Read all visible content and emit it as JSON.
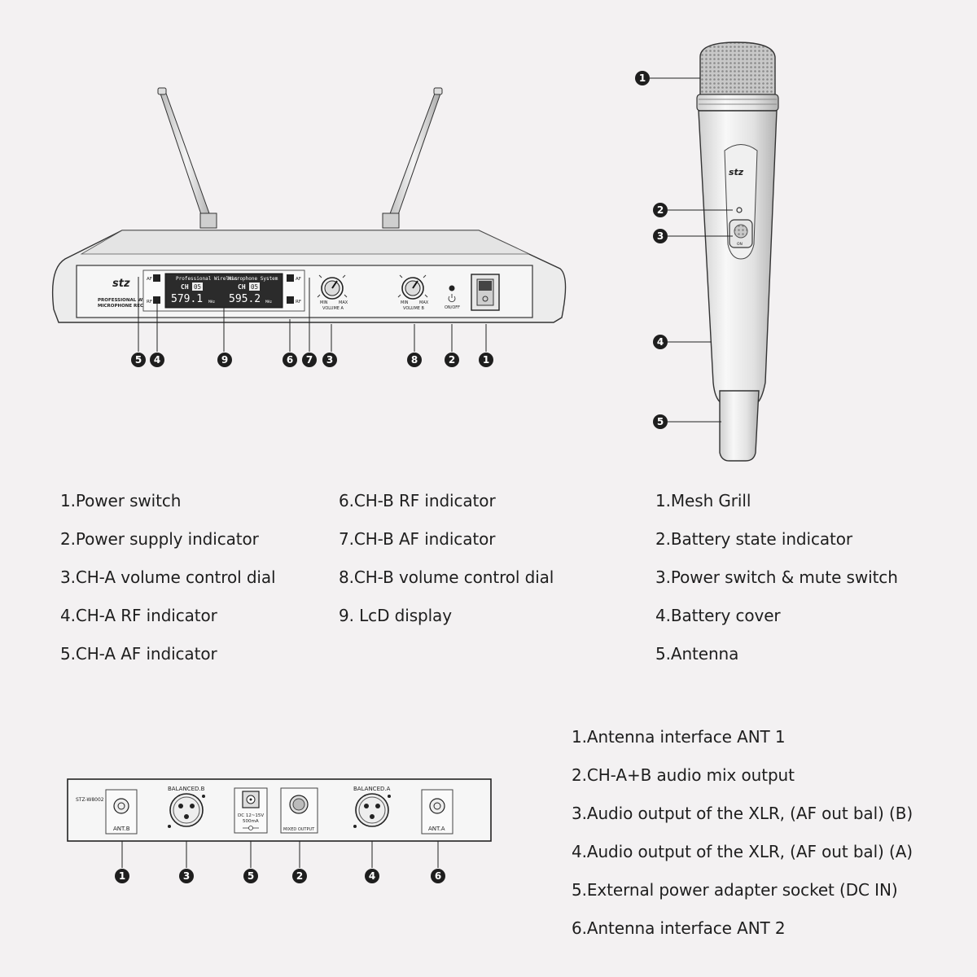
{
  "receiver": {
    "brand": "stz",
    "model_text": "PROFESSIONAL WIRELESS\nMICROPHONE RECEIVER",
    "lcd_header_left": "Professional Wireless",
    "lcd_header_right": "Microphone System",
    "ch_label": "CH",
    "ch_a_number": "05",
    "ch_b_number": "05",
    "freq_a": "579.1",
    "freq_b": "595.2",
    "freq_unit": "MHz",
    "af_label": "AF",
    "rf_label": "RF",
    "min_label": "MIN",
    "max_label": "MAX",
    "volume_a_label": "VOLUME A",
    "volume_b_label": "VOLUME B",
    "onoff_label": "ON/OFF",
    "callouts": [
      "5",
      "4",
      "9",
      "6",
      "7",
      "3",
      "8",
      "2",
      "1"
    ]
  },
  "microphone": {
    "brand": "stz",
    "switch_label": "ON",
    "callouts": [
      "1",
      "2",
      "3",
      "4",
      "5"
    ]
  },
  "rear_panel": {
    "model": "STZ-W8002",
    "ant_b_label": "ANT.B",
    "balanced_b_label": "BALANCED.B",
    "dc_label_1": "DC 12~15V",
    "dc_label_2": "500mA",
    "mixed_output_label": "MIXED OUTPUT",
    "balanced_a_label": "BALANCED.A",
    "ant_a_label": "ANT.A",
    "callouts": [
      "1",
      "3",
      "5",
      "2",
      "4",
      "6"
    ]
  },
  "legend_receiver_a": [
    "1.Power switch",
    "2.Power supply indicator",
    "3.CH-A volume control dial",
    "4.CH-A RF indicator",
    "5.CH-A AF indicator"
  ],
  "legend_receiver_b": [
    "6.CH-B RF indicator",
    "7.CH-B AF indicator",
    "8.CH-B volume control dial",
    "9. LcD display"
  ],
  "legend_mic": [
    "1.Mesh Grill",
    "2.Battery state indicator",
    "3.Power switch & mute switch",
    "4.Battery cover",
    "5.Antenna"
  ],
  "legend_rear": [
    "1.Antenna interface ANT 1",
    "2.CH-A+B audio mix output",
    "3.Audio output of the XLR, (AF out bal) (B)",
    "4.Audio output of the XLR, (AF out bal) (A)",
    "5.External power adapter socket (DC IN)",
    "6.Antenna interface ANT 2"
  ]
}
